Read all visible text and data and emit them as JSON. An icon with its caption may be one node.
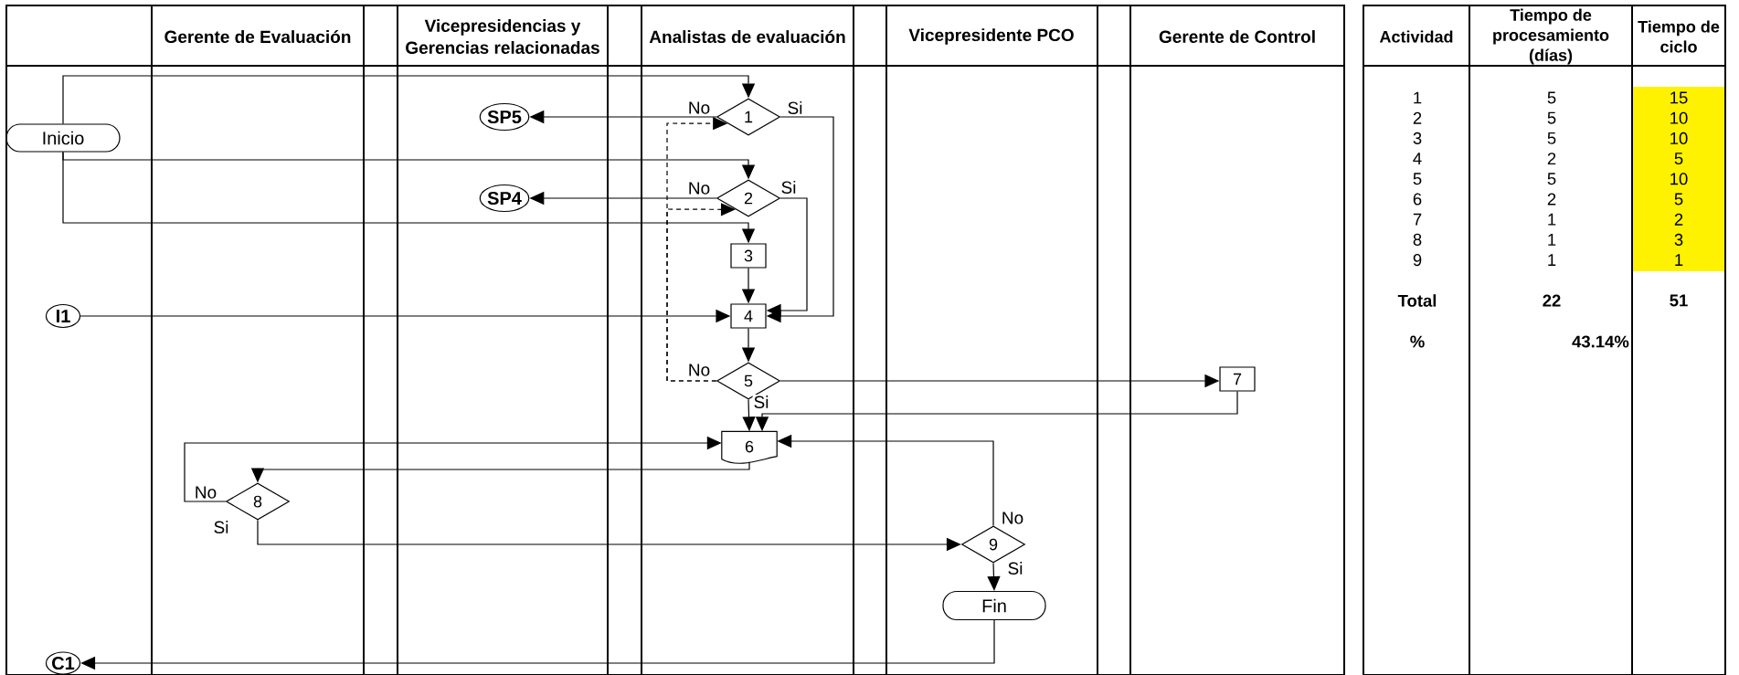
{
  "diagram": {
    "nodes": [
      {
        "text": [
          "Inicio"
        ]
      },
      {
        "text": [
          "SP5"
        ]
      },
      {
        "text": [
          "1"
        ]
      },
      {
        "text": [
          "SP4"
        ]
      },
      {
        "text": [
          "2"
        ]
      },
      {
        "text": [
          "3"
        ]
      },
      {
        "text": [
          "I1"
        ]
      },
      {
        "text": [
          "4"
        ]
      },
      {
        "text": [
          "5"
        ]
      },
      {
        "text": [
          "7"
        ]
      },
      {
        "text": [
          "6"
        ]
      },
      {
        "text": [
          "8"
        ]
      },
      {
        "text": [
          "9"
        ]
      },
      {
        "text": [
          "Fin"
        ]
      },
      {
        "text": [
          "C1"
        ]
      }
    ],
    "edges": [
      {
        "from": 0,
        "to": 2,
        "arrow": "to"
      },
      {
        "from": 0,
        "to": 4,
        "arrow": "to"
      },
      {
        "from": 0,
        "to": 5,
        "arrow": "to"
      },
      {
        "from": 2,
        "to": 1,
        "arrow": "to",
        "label": "No"
      },
      {
        "from": 2,
        "to": 7,
        "arrow": "to",
        "label": "Si"
      },
      {
        "from": 4,
        "to": 3,
        "arrow": "to",
        "label": "No"
      },
      {
        "from": 4,
        "to": 7,
        "arrow": "to",
        "label": "Si"
      },
      {
        "from": 5,
        "to": 7,
        "arrow": "to"
      },
      {
        "from": 6,
        "to": 7,
        "arrow": "to"
      },
      {
        "from": 7,
        "to": 8,
        "arrow": "to"
      },
      {
        "from": 8,
        "to": 2,
        "arrow": "to",
        "style": "dashed",
        "label": "No"
      },
      {
        "from": 8,
        "to": 4,
        "arrow": "to",
        "style": "dashed"
      },
      {
        "from": 8,
        "to": 9,
        "arrow": "to"
      },
      {
        "from": 9,
        "to": 10,
        "arrow": "to"
      },
      {
        "from": 8,
        "to": 10,
        "arrow": "to",
        "label": "Si"
      },
      {
        "from": 10,
        "to": 11,
        "arrow": "to"
      },
      {
        "from": 11,
        "to": 10,
        "arrow": "to",
        "label": "No"
      },
      {
        "from": 11,
        "to": 12,
        "arrow": "to",
        "label": "Si"
      },
      {
        "from": 12,
        "to": 10,
        "arrow": "to",
        "label": "No"
      },
      {
        "from": 12,
        "to": 13,
        "arrow": "to",
        "label": "Si"
      },
      {
        "from": 13,
        "to": 14,
        "arrow": "to"
      }
    ],
    "labels": [
      "Gerente de Evaluación",
      "Vicepresidencias y Gerencias relacionadas",
      "Analistas de evaluación",
      "Vicepresidente PCO",
      "Gerente de Control",
      "Actividad",
      "Tiempo de procesamiento (días)",
      "Tiempo de ciclo",
      "1",
      "5",
      "15",
      "2",
      "5",
      "10",
      "3",
      "5",
      "10",
      "4",
      "2",
      "5",
      "5",
      "5",
      "10",
      "6",
      "2",
      "5",
      "7",
      "1",
      "2",
      "8",
      "1",
      "3",
      "9",
      "1",
      "1",
      "Total",
      "22",
      "51",
      "%",
      "43.14%"
    ]
  }
}
